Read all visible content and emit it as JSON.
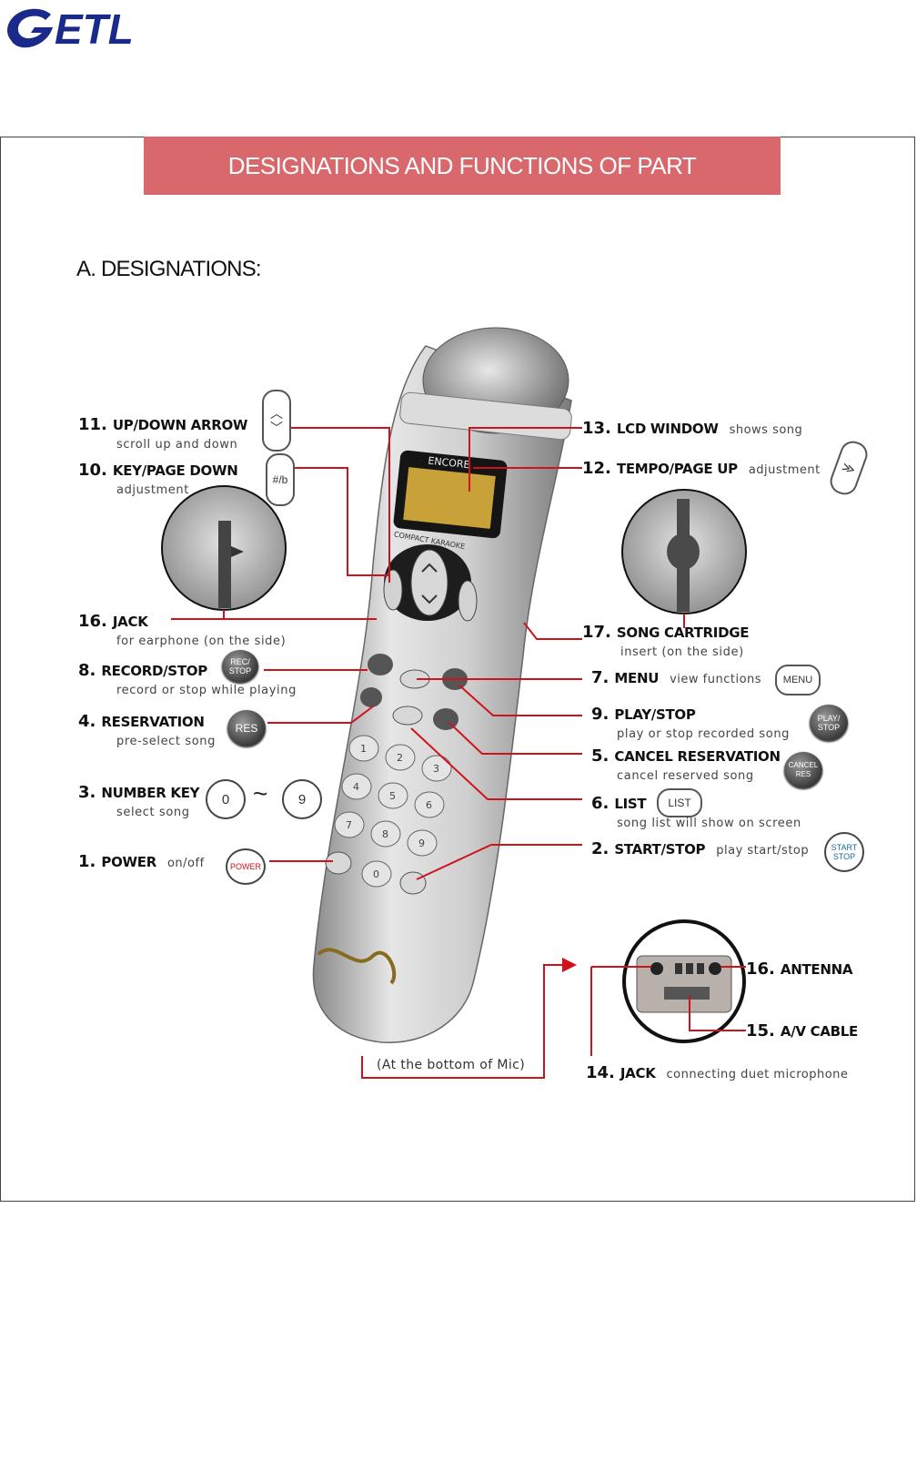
{
  "logo": {
    "text": "ETL",
    "icon": "etl-swoosh-icon"
  },
  "banner": {
    "title": "DESIGNATIONS AND FUNCTIONS OF PART"
  },
  "section": {
    "title": "A. DESIGNATIONS:"
  },
  "colors": {
    "banner": "#d9686c",
    "leader_lines": "#d0121b",
    "frame": "#444444"
  },
  "labels": {
    "up_down": {
      "num": "11.",
      "name": "UP/DOWN ARROW",
      "desc": "scroll up and down"
    },
    "key_page_down": {
      "num": "10.",
      "name": "KEY/PAGE DOWN",
      "desc": "adjustment",
      "button": "#/b"
    },
    "jack_earphone": {
      "num": "16.",
      "name": "JACK",
      "desc": "for earphone (on the side)"
    },
    "record_stop": {
      "num": "8.",
      "name": "RECORD/STOP",
      "desc": "record or stop while playing",
      "button": "REC/ STOP"
    },
    "reservation": {
      "num": "4.",
      "name": "RESERVATION",
      "desc": "pre-select song",
      "button": "RES"
    },
    "number_key": {
      "num": "3.",
      "name": "NUMBER KEY",
      "desc": "select song",
      "from": "0",
      "to": "9",
      "sep": "~"
    },
    "power": {
      "num": "1.",
      "name": "POWER",
      "desc": "on/off",
      "button": "POWER"
    },
    "lcd": {
      "num": "13.",
      "name": "LCD WINDOW",
      "desc": "shows song"
    },
    "tempo": {
      "num": "12.",
      "name": "TEMPO/PAGE UP",
      "desc": "adjustment",
      "button": "≫"
    },
    "cartridge": {
      "num": "17.",
      "name": "SONG CARTRIDGE",
      "desc": "insert (on the side)"
    },
    "menu": {
      "num": "7.",
      "name": "MENU",
      "desc": "view functions",
      "button": "MENU"
    },
    "play_stop": {
      "num": "9.",
      "name": "PLAY/STOP",
      "desc": "play or stop recorded song",
      "button": "PLAY/ STOP"
    },
    "cancel_res": {
      "num": "5.",
      "name": "CANCEL RESERVATION",
      "desc": "cancel reserved song",
      "button": "CANCEL RES"
    },
    "list": {
      "num": "6.",
      "name": "LIST",
      "desc": "song list will show on screen",
      "button": "LIST"
    },
    "start_stop": {
      "num": "2.",
      "name": "START/STOP",
      "desc": "play start/stop",
      "button": "START STOP"
    },
    "antenna": {
      "num": "16.",
      "name": "ANTENNA"
    },
    "av_cable": {
      "num": "15.",
      "name": "A/V CABLE"
    },
    "jack_duet": {
      "num": "14.",
      "name": "JACK",
      "desc": "connecting duet microphone"
    }
  },
  "device": {
    "brand": "ENCORE",
    "subtitle": "COMPACT KARAOKE",
    "keypad": [
      "1",
      "2",
      "3",
      "4",
      "5",
      "6",
      "7",
      "8",
      "9",
      "0"
    ]
  },
  "bottom_note": "(At the bottom of Mic)"
}
